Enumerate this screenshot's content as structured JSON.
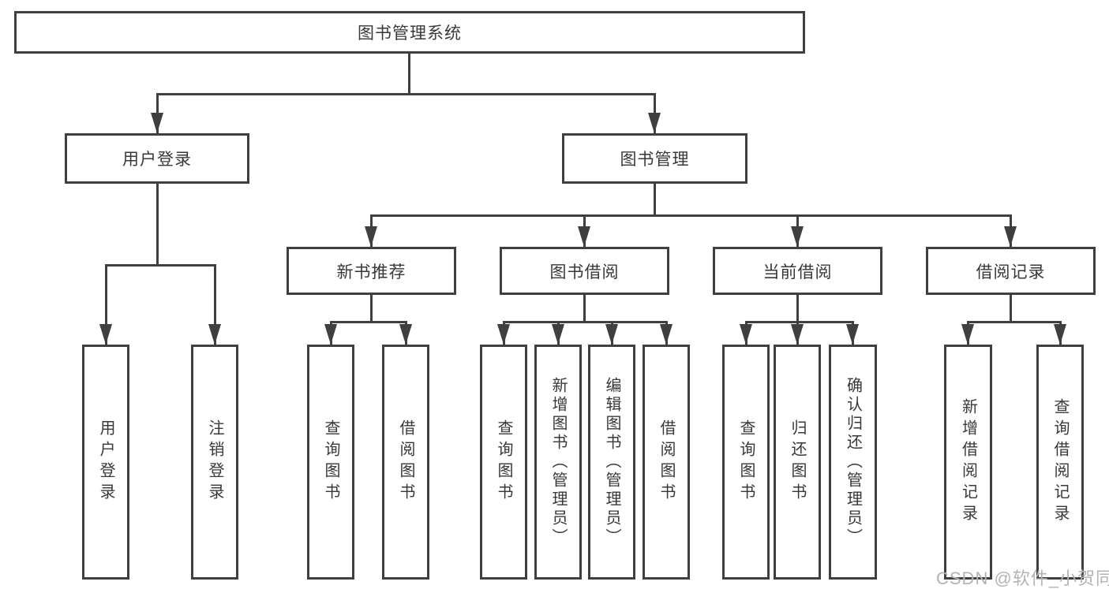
{
  "diagram": {
    "title": "图书管理系统",
    "colors": {
      "line": "#3f3f3f",
      "text": "#383838",
      "box_background": "#ffffff",
      "watermark": "#b3b3b3"
    },
    "tree": {
      "root": {
        "label": "图书管理系统",
        "children": [
          {
            "label": "用户登录",
            "children": [
              {
                "label": "用户登录"
              },
              {
                "label": "注销登录"
              }
            ]
          },
          {
            "label": "图书管理",
            "children": [
              {
                "label": "新书推荐",
                "children": [
                  {
                    "label": "查询图书"
                  },
                  {
                    "label": "借阅图书"
                  }
                ]
              },
              {
                "label": "图书借阅",
                "children": [
                  {
                    "label": "查询图书"
                  },
                  {
                    "label": "新增图书（管理员）"
                  },
                  {
                    "label": "编辑图书（管理员）"
                  },
                  {
                    "label": "借阅图书"
                  }
                ]
              },
              {
                "label": "当前借阅",
                "children": [
                  {
                    "label": "查询图书"
                  },
                  {
                    "label": "归还图书"
                  },
                  {
                    "label": "确认归还（管理员）"
                  }
                ]
              },
              {
                "label": "借阅记录",
                "children": [
                  {
                    "label": "新增借阅记录"
                  },
                  {
                    "label": "查询借阅记录"
                  }
                ]
              }
            ]
          }
        ]
      }
    },
    "watermark": "CSDN @软件_小贺同学"
  }
}
